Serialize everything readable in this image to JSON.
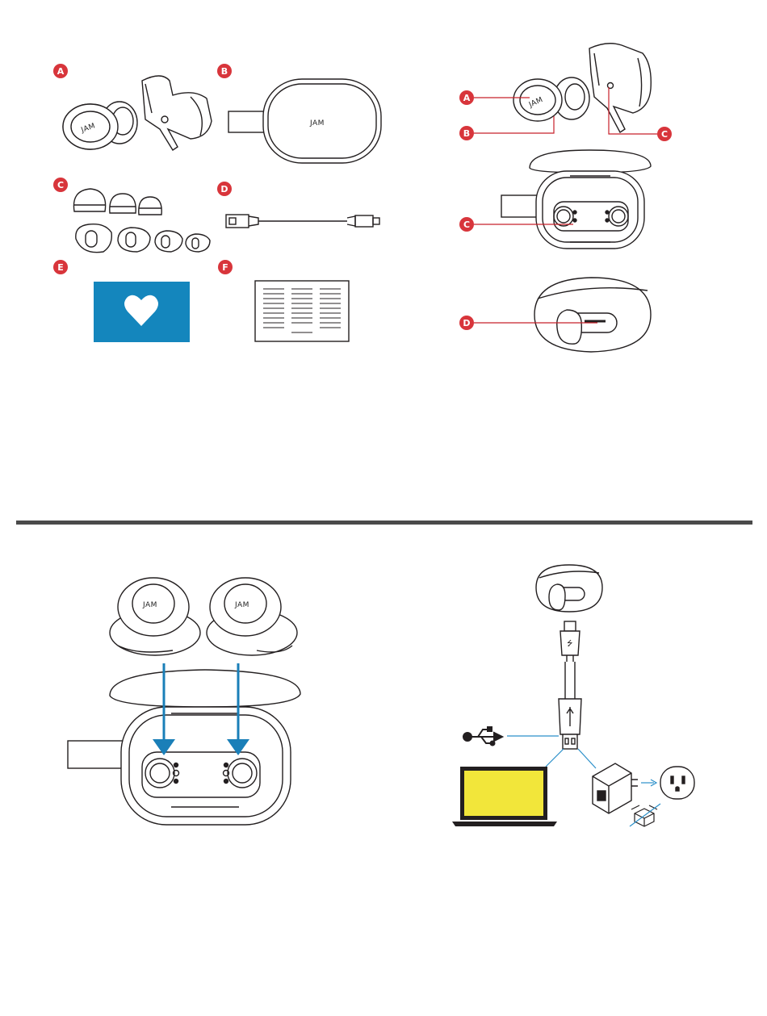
{
  "brand": "JAM",
  "colors": {
    "badge": "#d8353b",
    "callout_line": "#c8202a",
    "arrow": "#1a7fb8",
    "connector": "#2a8fc9",
    "card": "#1486bd",
    "laptop_screen": "#f2e63a",
    "stroke": "#231f20",
    "divider": "#4a4a4a"
  },
  "contents": {
    "items": [
      {
        "letter": "A",
        "icon": "earbuds-icon"
      },
      {
        "letter": "B",
        "icon": "charging-case-icon"
      },
      {
        "letter": "C",
        "icon": "ear-tips-icon"
      },
      {
        "letter": "D",
        "icon": "usb-cable-icon"
      },
      {
        "letter": "E",
        "icon": "heart-card-icon"
      },
      {
        "letter": "F",
        "icon": "manual-icon"
      }
    ]
  },
  "parts": {
    "callouts": [
      {
        "letter": "A"
      },
      {
        "letter": "B"
      },
      {
        "letter": "C"
      },
      {
        "letter": "C"
      },
      {
        "letter": "D"
      }
    ]
  },
  "charging": {
    "steps": [
      {
        "icon": "insert-earbuds-arrow-icon"
      },
      {
        "icon": "usb-symbol-icon"
      },
      {
        "icon": "laptop-icon"
      },
      {
        "icon": "wall-adapter-icon"
      },
      {
        "icon": "outlet-icon"
      },
      {
        "icon": "not-included-box-icon"
      }
    ]
  }
}
